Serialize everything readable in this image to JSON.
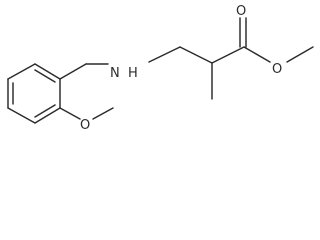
{
  "molecule": {
    "atoms": {
      "nitrogen": "N",
      "amine_hydrogen": "H",
      "aryl_ether_oxygen": "O",
      "carbonyl_oxygen": "O",
      "ester_oxygen": "O"
    }
  }
}
